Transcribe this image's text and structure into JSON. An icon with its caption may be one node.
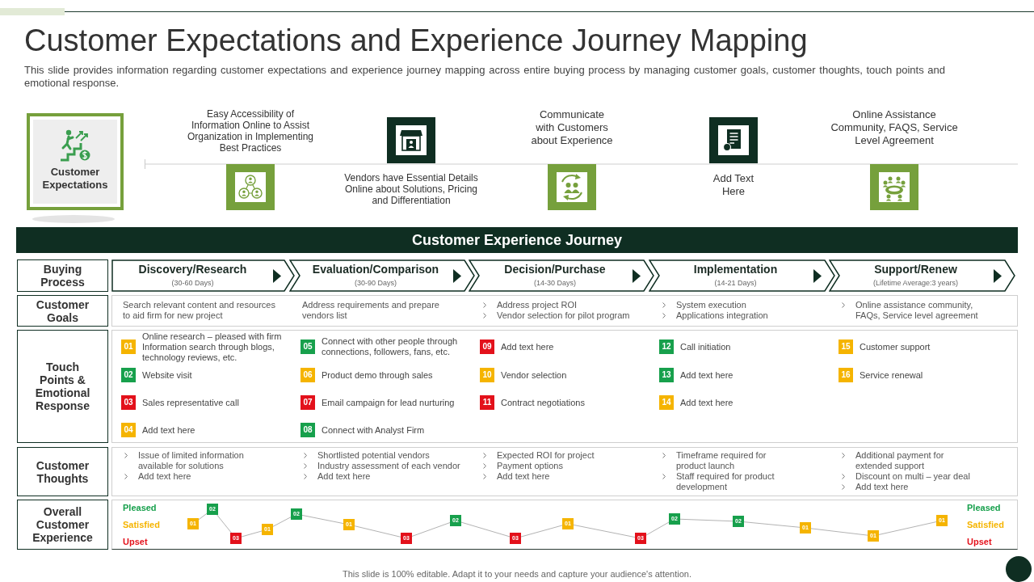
{
  "diagram": {
    "title": "Customer Expectations and Experience Journey Mapping",
    "caption": "This slide is 100% editable. Adapt it to your needs and capture your audience's attention.",
    "labels": [
      "This slide provides information regarding customer expectations and experience journey mapping across entire buying process by managing customer goals, customer thoughts, touch points and emotional response."
    ],
    "nodes": [
      {
        "text": [
          "Customer Expectations"
        ]
      },
      {
        "text": [],
        "shape": "picture",
        "beside": [
          "Easy Accessibility of Information Online to Assist Organization in Implementing Best Practices"
        ]
      },
      {
        "text": [],
        "shape": "picture",
        "beside": [
          "Vendors have Essential Details Online about Solutions, Pricing and Differentiation"
        ]
      },
      {
        "text": [],
        "shape": "picture",
        "beside": [
          "Communicate with Customers about Experience"
        ]
      },
      {
        "text": [],
        "shape": "picture",
        "beside": [
          "Add Text Here"
        ]
      },
      {
        "text": [],
        "shape": "picture",
        "beside": [
          "Online Assistance Community, FAQS, Service Level Agreement"
        ]
      },
      {
        "text": [
          "Customer Experience Journey"
        ]
      },
      {
        "text": [
          "Buying Process"
        ]
      },
      {
        "text": [
          "Discovery/Research",
          "(30-60 Days)"
        ]
      },
      {
        "text": [
          "Evaluation/Comparison",
          "(30-90 Days)"
        ]
      },
      {
        "text": [
          "Decision/Purchase",
          "(14-30 Days)"
        ]
      },
      {
        "text": [
          "Implementation",
          "(14-21 Days)"
        ]
      },
      {
        "text": [
          "Support/Renew",
          "(Lifetime Average:3 years)"
        ]
      },
      {
        "text": [
          "Customer Goals"
        ]
      },
      {
        "text": [
          "Search relevant content and resources to aid firm for new project",
          "Address requirements and prepare vendors list",
          "Address project ROI",
          "Vendor selection for pilot program",
          "System execution",
          "Applications integration",
          "Online assistance community, FAQs, Service level agreement"
        ]
      },
      {
        "text": [
          "Touch Points & Emotional Response"
        ]
      },
      {
        "text": [],
        "shape": "box"
      },
      {
        "text": [
          "01"
        ],
        "beside": [
          "Online research – pleased with firm Information search through blogs, technology reviews, etc."
        ],
        "in": 16
      },
      {
        "text": [
          "02"
        ],
        "beside": [
          "Website visit"
        ],
        "in": 16
      },
      {
        "text": [
          "03"
        ],
        "beside": [
          "Sales representative call"
        ],
        "in": 16
      },
      {
        "text": [
          "04"
        ],
        "beside": [
          "Add text here"
        ],
        "in": 16
      },
      {
        "text": [
          "05"
        ],
        "beside": [
          "Connect with other people through connections, followers, fans, etc."
        ],
        "in": 16
      },
      {
        "text": [
          "06"
        ],
        "beside": [
          "Product demo through sales"
        ],
        "in": 16
      },
      {
        "text": [
          "07"
        ],
        "beside": [
          "Email campaign for lead nurturing"
        ],
        "in": 16
      },
      {
        "text": [
          "08"
        ],
        "beside": [
          "Connect with Analyst Firm"
        ],
        "in": 16
      },
      {
        "text": [
          "09"
        ],
        "beside": [
          "Add text here"
        ],
        "in": 16
      },
      {
        "text": [
          "10"
        ],
        "beside": [
          "Vendor selection"
        ],
        "in": 16
      },
      {
        "text": [
          "11"
        ],
        "beside": [
          "Contract negotiations"
        ],
        "in": 16
      },
      {
        "text": [
          "12"
        ],
        "beside": [
          "Call initiation"
        ],
        "in": 16
      },
      {
        "text": [
          "13"
        ],
        "beside": [
          "Add text here"
        ],
        "in": 16
      },
      {
        "text": [
          "14"
        ],
        "beside": [
          "Add text here"
        ],
        "in": 16
      },
      {
        "text": [
          "15"
        ],
        "beside": [
          "Customer support"
        ],
        "in": 16
      },
      {
        "text": [
          "16"
        ],
        "beside": [
          "Service renewal"
        ],
        "in": 16
      },
      {
        "text": [
          "Customer Thoughts"
        ]
      },
      {
        "text": [
          "Issue of limited information available for solutions",
          "Add text here",
          "Shortlisted potential vendors",
          "Industry assessment of each vendor",
          "Add text here",
          "Expected ROI for project",
          "Payment options",
          "Add text here",
          "Timeframe required for product launch",
          "Staff required for product development",
          "Additional payment for extended support",
          "Discount on multi – year deal",
          "Add text here"
        ]
      },
      {
        "text": [
          "Overall Customer Experience"
        ]
      },
      {
        "text": [
          "Pleased",
          "Satisfied",
          "Upset",
          "Pleased",
          "Satisfied",
          "Upset"
        ]
      },
      {
        "text": [
          "01"
        ],
        "in": 36
      },
      {
        "text": [
          "02"
        ],
        "in": 36
      },
      {
        "text": [
          "03"
        ],
        "in": 36
      },
      {
        "text": [
          "01"
        ],
        "in": 36
      },
      {
        "text": [
          "02"
        ],
        "in": 36
      },
      {
        "text": [
          "01"
        ],
        "in": 36
      },
      {
        "text": [
          "03"
        ],
        "in": 36
      },
      {
        "text": [
          "02"
        ],
        "in": 36
      },
      {
        "text": [
          "03"
        ],
        "in": 36
      },
      {
        "text": [
          "01"
        ],
        "in": 36
      },
      {
        "text": [
          "03"
        ],
        "in": 36
      },
      {
        "text": [
          "02"
        ],
        "in": 36
      },
      {
        "text": [
          "02"
        ],
        "in": 36
      },
      {
        "text": [
          "01"
        ],
        "in": 36
      },
      {
        "text": [
          "01"
        ],
        "in": 36
      },
      {
        "text": [
          "01"
        ],
        "in": 36
      }
    ],
    "edges": [
      {
        "from": 37,
        "to": 38,
        "arrow": "none"
      },
      {
        "from": 38,
        "to": 39,
        "arrow": "none"
      },
      {
        "from": 39,
        "to": 40,
        "arrow": "none"
      },
      {
        "from": 40,
        "to": 41,
        "arrow": "none"
      },
      {
        "from": 41,
        "to": 42,
        "arrow": "none"
      },
      {
        "from": 42,
        "to": 43,
        "arrow": "none"
      },
      {
        "from": 43,
        "to": 44,
        "arrow": "none"
      },
      {
        "from": 44,
        "to": 45,
        "arrow": "none"
      },
      {
        "from": 45,
        "to": 46,
        "arrow": "none"
      },
      {
        "from": 46,
        "to": 47,
        "arrow": "none"
      },
      {
        "from": 47,
        "to": 48,
        "arrow": "none"
      },
      {
        "from": 48,
        "to": 49,
        "arrow": "none"
      },
      {
        "from": 49,
        "to": 50,
        "arrow": "none"
      },
      {
        "from": 50,
        "to": 51,
        "arrow": "none"
      },
      {
        "from": 51,
        "to": 52,
        "arrow": "none"
      }
    ]
  }
}
